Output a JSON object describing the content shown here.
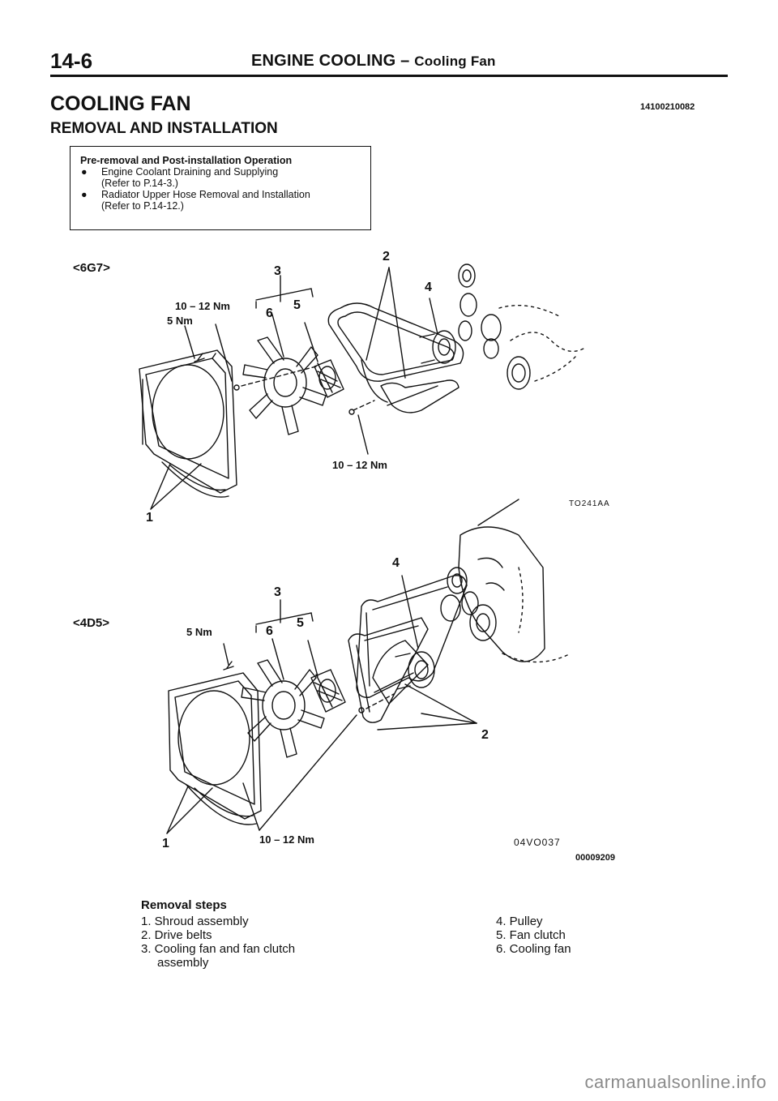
{
  "header": {
    "page_number": "14-6",
    "chapter": "ENGINE COOLING",
    "dash": "–",
    "subsection": "Cooling Fan"
  },
  "section_title": "COOLING FAN",
  "doc_code": "14100210082",
  "sub_title": "REMOVAL AND INSTALLATION",
  "pre_removal": {
    "heading": "Pre-removal and Post-installation Operation",
    "bullet": "●",
    "items": [
      {
        "text": "Engine Coolant Draining and Supplying",
        "ref": "(Refer to P.14-3.)"
      },
      {
        "text": "Radiator Upper Hose Removal and Installation",
        "ref": "(Refer to P.14-12.)"
      }
    ]
  },
  "diagram_top": {
    "engine": "<6G7>",
    "torque_a": "10 – 12 Nm",
    "torque_b": "5 Nm",
    "torque_c": "10 – 12 Nm",
    "callouts": {
      "n1": "1",
      "n2": "2",
      "n3": "3",
      "n4": "4",
      "n5": "5",
      "n6": "6"
    },
    "figure_code": "TO241AA"
  },
  "diagram_bottom": {
    "engine": "<4D5>",
    "torque_b": "5 Nm",
    "torque_c": "10 – 12 Nm",
    "callouts": {
      "n1": "1",
      "n2": "2",
      "n3": "3",
      "n4": "4",
      "n5": "5",
      "n6": "6"
    },
    "figure_code": "04VO037",
    "figure_number": "00009209"
  },
  "removal_steps": {
    "heading": "Removal steps",
    "left": [
      "1. Shroud assembly",
      "2. Drive belts",
      "3. Cooling fan and fan clutch",
      "assembly"
    ],
    "right": [
      "4. Pulley",
      "5. Fan clutch",
      "6. Cooling fan"
    ]
  },
  "watermark": "carmanualsonline.info"
}
